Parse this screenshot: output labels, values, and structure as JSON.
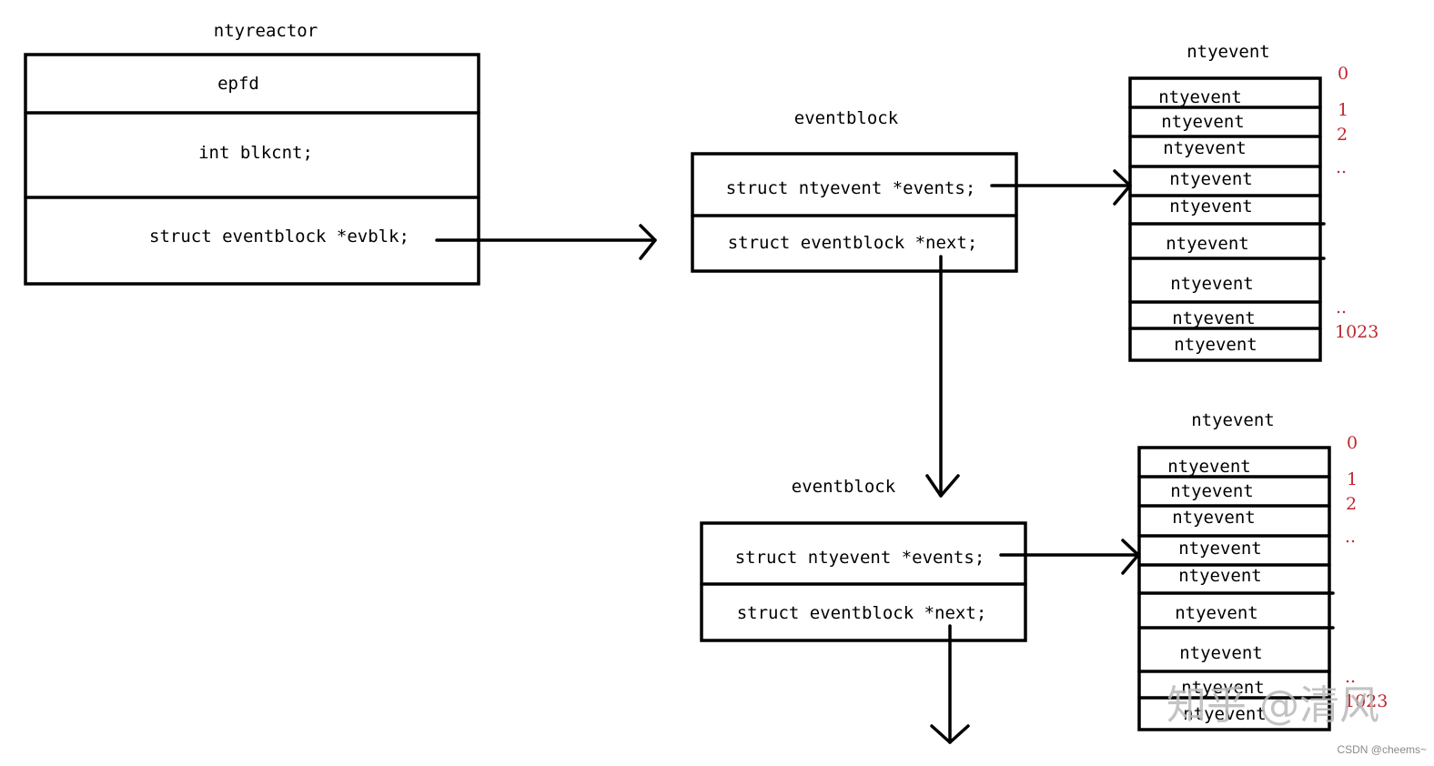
{
  "reactor": {
    "title": "ntyreactor",
    "fields": [
      "epfd",
      "int blkcnt;",
      "struct eventblock *evblk;"
    ]
  },
  "blocks": [
    {
      "title": "eventblock",
      "fields": [
        "struct ntyevent *events;",
        "struct eventblock *next;"
      ],
      "array": {
        "title": "ntyevent",
        "items": [
          "ntyevent",
          "ntyevent",
          "ntyevent",
          "ntyevent",
          "ntyevent",
          "ntyevent",
          "ntyevent",
          "ntyevent",
          "ntyevent"
        ],
        "indices": [
          "0",
          "1",
          "2",
          "..",
          "..",
          "1023"
        ]
      }
    },
    {
      "title": "eventblock",
      "fields": [
        "struct ntyevent *events;",
        "struct eventblock *next;"
      ],
      "array": {
        "title": "ntyevent",
        "items": [
          "ntyevent",
          "ntyevent",
          "ntyevent",
          "ntyevent",
          "ntyevent",
          "ntyevent",
          "ntyevent",
          "ntyevent",
          "ntyevent"
        ],
        "indices": [
          "0",
          "1",
          "2",
          "..",
          "..",
          "1023"
        ]
      }
    }
  ],
  "watermark": "知乎 @清风",
  "credit": "CSDN @cheems~"
}
